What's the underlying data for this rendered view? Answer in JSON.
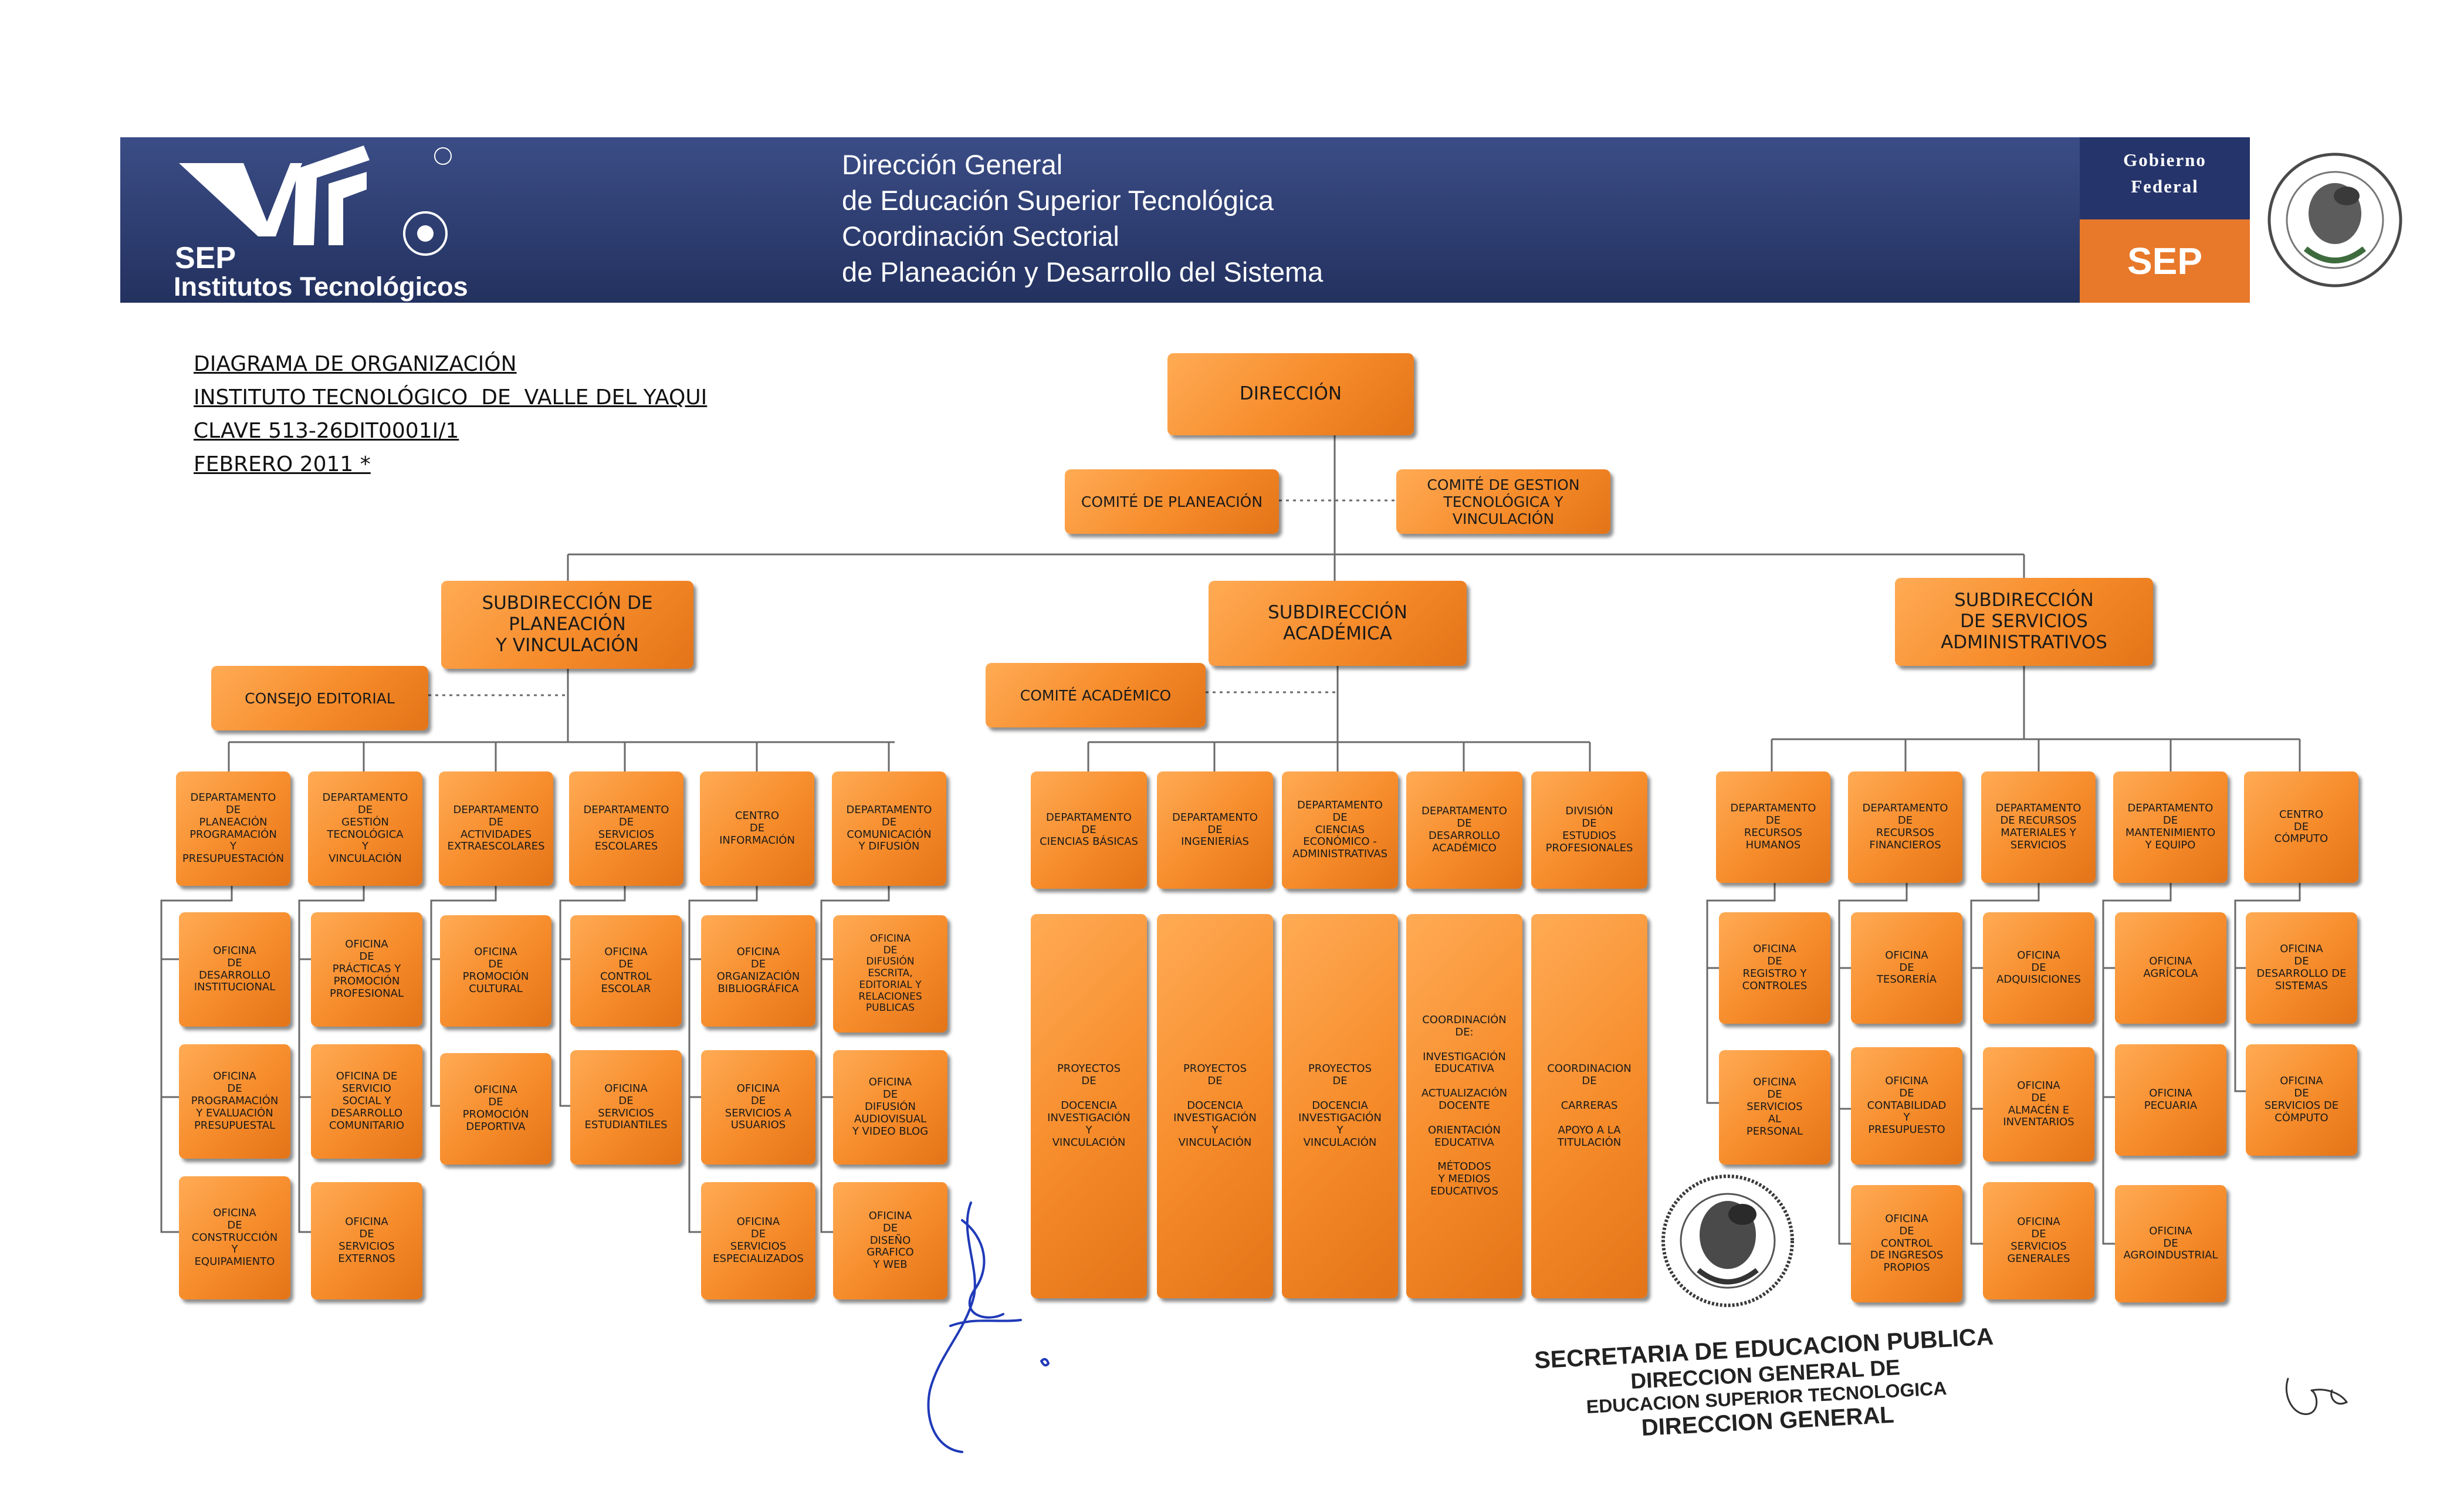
{
  "header": {
    "dept_lines": [
      "Dirección General",
      "de Educación Superior Tecnológica",
      "Coordinación Sectorial",
      "de Planeación y Desarrollo del Sistema"
    ],
    "logo_sep": "SEP",
    "logo_sub": "Institutos Tecnológicos",
    "gob_top": "Gobierno\nFederal",
    "gob_bottom": "SEP"
  },
  "title": {
    "line1": "DIAGRAMA DE ORGANIZACIÓN",
    "line2": "INSTITUTO TECNOLÓGICO  DE  VALLE DEL YAQUI",
    "line3": "CLAVE 513-26DIT0001I/1",
    "line4": "FEBRERO 2011 *"
  },
  "org": {
    "direccion": "DIRECCIÓN",
    "comite_planeacion": "COMITÉ DE PLANEACIÓN",
    "comite_gestion": "COMITÉ DE GESTION\nTECNOLÓGICA Y\nVINCULACIÓN",
    "sub_planeacion": "SUBDIRECCIÓN DE\nPLANEACIÓN\nY VINCULACIÓN",
    "sub_academica": "SUBDIRECCIÓN\nACADÉMICA",
    "sub_servicios": "SUBDIRECCIÓN\nDE SERVICIOS\nADMINISTRATIVOS",
    "consejo_editorial": "CONSEJO EDITORIAL",
    "comite_academico": "COMITÉ ACADÉMICO",
    "planeacion_depts": [
      "DEPARTAMENTO\nDE\nPLANEACIÓN\nPROGRAMACIÓN\nY\nPRESUPUESTACIÓN",
      "DEPARTAMENTO\nDE\nGESTIÓN\nTECNOLÓGICA\nY\nVINCULACIÓN",
      "DEPARTAMENTO\nDE\nACTIVIDADES\nEXTRAESCOLARES",
      "DEPARTAMENTO\nDE\nSERVICIOS\nESCOLARES",
      "CENTRO\nDE\nINFORMACIÓN",
      "DEPARTAMENTO\nDE\nCOMUNICACIÓN\nY DIFUSIÓN"
    ],
    "planeacion_offices": [
      [
        "OFICINA\nDE\nDESARROLLO\nINSTITUCIONAL",
        "OFICINA\nDE\nPROGRAMACIÓN\nY EVALUACIÓN\nPRESUPUESTAL",
        "OFICINA\nDE\nCONSTRUCCIÓN\nY\nEQUIPAMIENTO"
      ],
      [
        "OFICINA\nDE\nPRÁCTICAS Y\nPROMOCIÓN\nPROFESIONAL",
        "OFICINA DE\nSERVICIO\nSOCIAL Y\nDESARROLLO\nCOMUNITARIO",
        "OFICINA\nDE\nSERVICIOS\nEXTERNOS"
      ],
      [
        "OFICINA\nDE\nPROMOCIÓN\nCULTURAL",
        "OFICINA\nDE\nPROMOCIÓN\nDEPORTIVA"
      ],
      [
        "OFICINA\nDE\nCONTROL\nESCOLAR",
        "OFICINA\nDE\nSERVICIOS\nESTUDIANTILES"
      ],
      [
        "OFICINA\nDE\nORGANIZACIÓN\nBIBLIOGRÁFICA",
        "OFICINA\nDE\nSERVICIOS A\nUSUARIOS",
        "OFICINA\nDE\nSERVICIOS\nESPECIALIZADOS"
      ],
      [
        "OFICINA\nDE\nDIFUSIÓN\nESCRITA,\nEDITORIAL Y\nRELACIONES\nPUBLICAS",
        "OFICINA\nDE\nDIFUSIÓN\nAUDIOVISUAL\nY VIDEO BLOG",
        "OFICINA\nDE\nDISEÑO\nGRAFICO\nY WEB"
      ]
    ],
    "academica_depts": [
      "DEPARTAMENTO\nDE\nCIENCIAS BÁSICAS",
      "DEPARTAMENTO\nDE\nINGENIERÍAS",
      "DEPARTAMENTO\nDE\nCIENCIAS\nECONÓMICO -\nADMINISTRATIVAS",
      "DEPARTAMENTO\nDE\nDESARROLLO\nACADÉMICO",
      "DIVISIÓN\nDE\nESTUDIOS\nPROFESIONALES"
    ],
    "academica_programs": [
      "PROYECTOS\nDE\n\nDOCENCIA\nINVESTIGACIÓN\nY\nVINCULACIÓN",
      "PROYECTOS\nDE\n\nDOCENCIA\nINVESTIGACIÓN\nY\nVINCULACIÓN",
      "PROYECTOS\nDE\n\nDOCENCIA\nINVESTIGACIÓN\nY\nVINCULACIÓN",
      "COORDINACIÓN\nDE:\n\nINVESTIGACIÓN\nEDUCATIVA\n\nACTUALIZACIÓN\nDOCENTE\n\nORIENTACIÓN\nEDUCATIVA\n\nMÉTODOS\nY MEDIOS\nEDUCATIVOS",
      "COORDINACION\nDE\n\nCARRERAS\n\nAPOYO A LA\nTITULACIÓN"
    ],
    "servicios_depts": [
      "DEPARTAMENTO\nDE\nRECURSOS\nHUMANOS",
      "DEPARTAMENTO\nDE\nRECURSOS\nFINANCIEROS",
      "DEPARTAMENTO\nDE RECURSOS\nMATERIALES Y\nSERVICIOS",
      "DEPARTAMENTO\nDE\nMANTENIMIENTO\nY EQUIPO",
      "CENTRO\nDE\nCÓMPUTO"
    ],
    "servicios_offices": [
      [
        "OFICINA\nDE\nREGISTRO Y\nCONTROLES",
        "OFICINA\nDE\nSERVICIOS\nAL\nPERSONAL"
      ],
      [
        "OFICINA\nDE\nTESORERÍA",
        "OFICINA\nDE\nCONTABILIDAD\nY\nPRESUPUESTO",
        "OFICINA\nDE\nCONTROL\nDE INGRESOS\nPROPIOS"
      ],
      [
        "OFICINA\nDE\nADQUISICIONES",
        "OFICINA\nDE\nALMACÉN E\nINVENTARIOS",
        "OFICINA\nDE\nSERVICIOS\nGENERALES"
      ],
      [
        "OFICINA\nAGRÍCOLA",
        "OFICINA\nPECUARIA",
        "OFICINA\nDE\nAGROINDUSTRIAL"
      ],
      [
        "OFICINA\nDE\nDESARROLLO DE\nSISTEMAS",
        "OFICINA\nDE\nSERVICIOS DE\nCÓMPUTO"
      ]
    ]
  },
  "stamp": {
    "line1": "SECRETARIA DE EDUCACION PUBLICA",
    "line2": "DIRECCION GENERAL DE",
    "line3": "EDUCACION SUPERIOR TECNOLOGICA",
    "line4": "DIRECCION GENERAL"
  },
  "colors": {
    "banner": "#2d3e78",
    "box": "#f68b2a",
    "gob_accent": "#e8782a"
  }
}
